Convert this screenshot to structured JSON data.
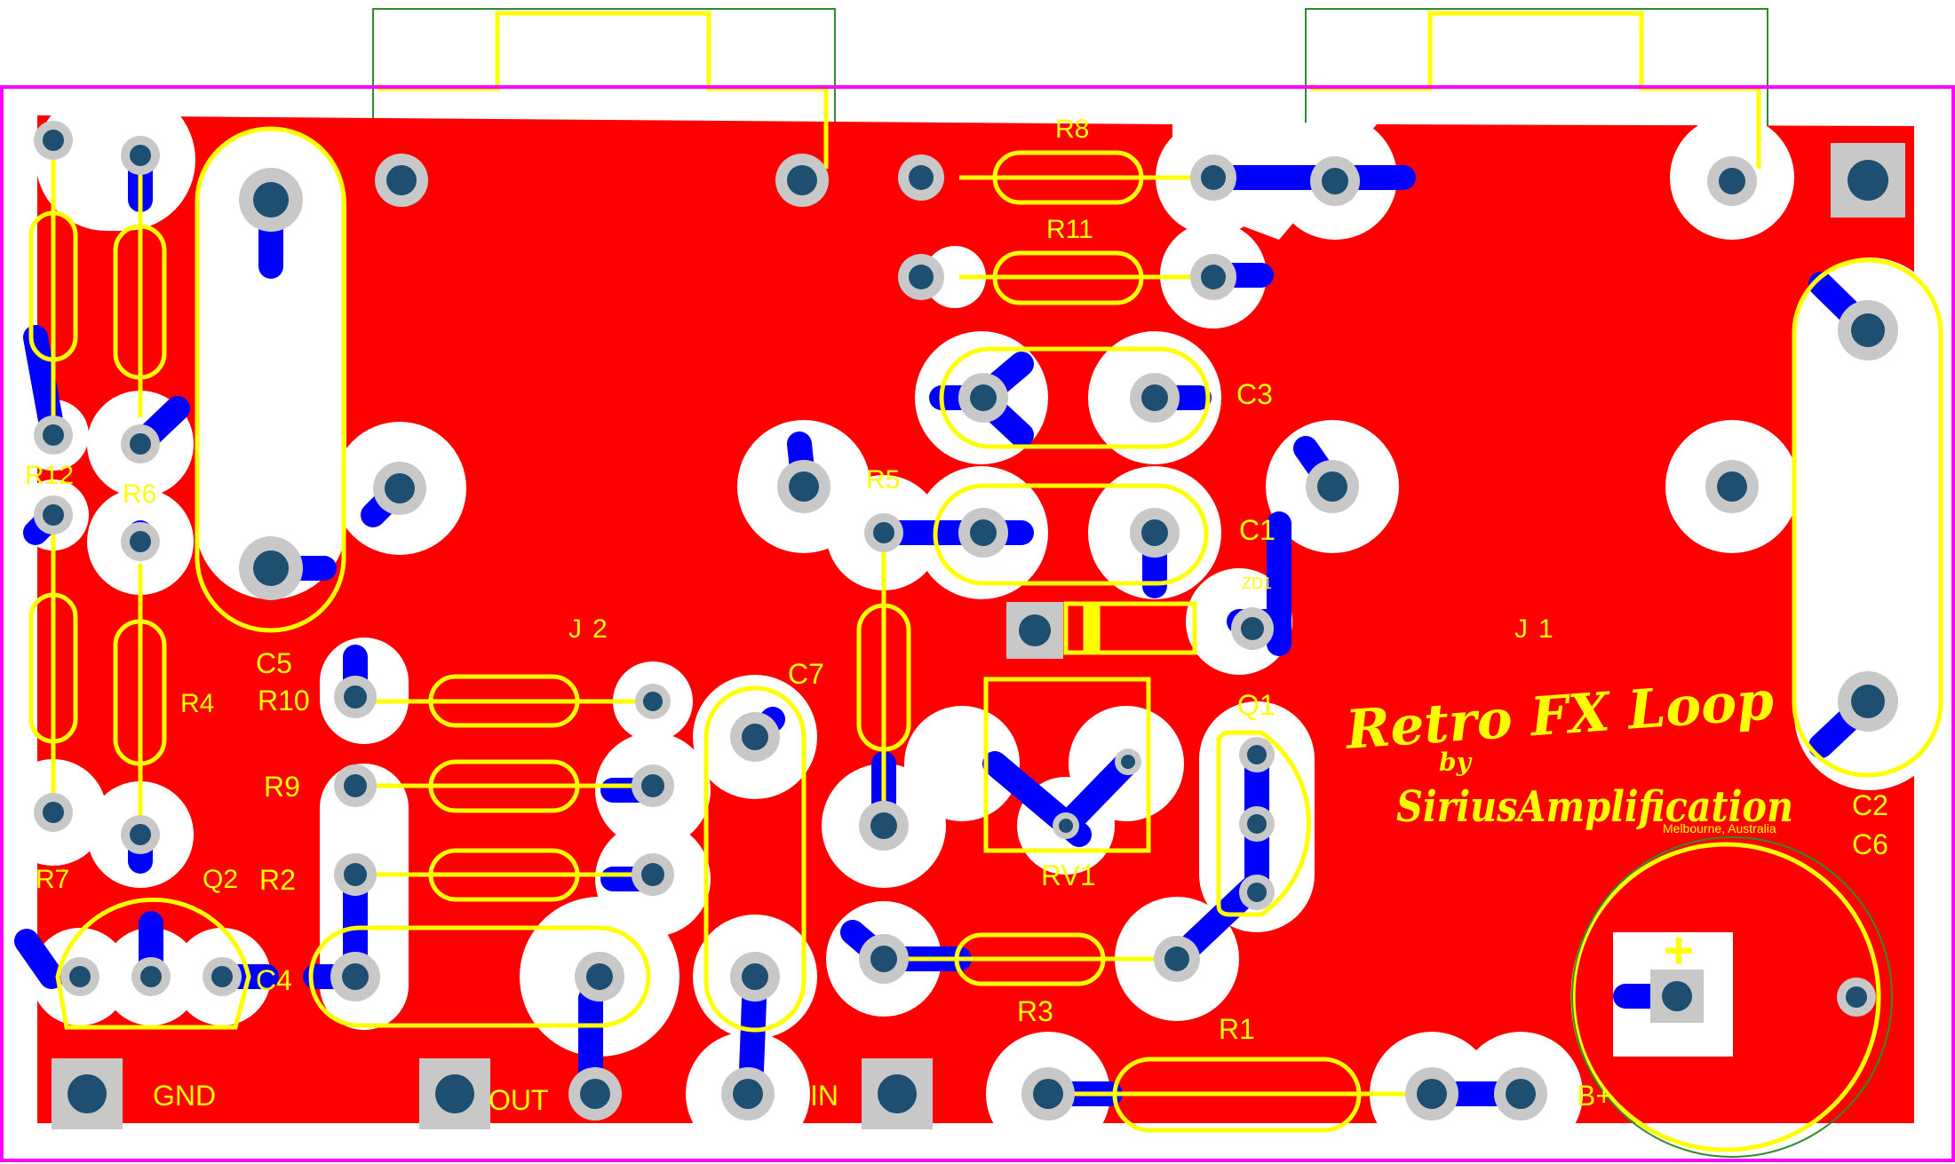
{
  "colors": {
    "copper": "#ff0000",
    "trace": "#0000ff",
    "silkscreen": "#ffff00",
    "pad_ring": "#c8c8c8",
    "drill": "#1e4e70",
    "outline": "#ff00ff",
    "background": "#ffffff"
  },
  "connectors": {
    "j2": "J2",
    "j1": "J1",
    "gnd": "GND",
    "out": "OUT",
    "in": "IN",
    "bplus": "B+"
  },
  "labels": {
    "r1": "R1",
    "r2": "R2",
    "r3": "R3",
    "r4": "R4",
    "r5": "R5",
    "r6": "R6",
    "r7": "R7",
    "r8": "R8",
    "r9": "R9",
    "r10": "R10",
    "r11": "R11",
    "r12": "R12",
    "c1": "C1",
    "c2": "C2",
    "c3": "C3",
    "c4": "C4",
    "c5": "C5",
    "c6": "C6",
    "c7": "C7",
    "q1": "Q1",
    "q2": "Q2",
    "zd1": "ZD1",
    "rv1": "RV1",
    "plus": "+"
  },
  "logo": {
    "title": "Retro FX Loop",
    "by": "by",
    "brand": "SiriusAmplification",
    "location": "Melbourne, Australia"
  }
}
